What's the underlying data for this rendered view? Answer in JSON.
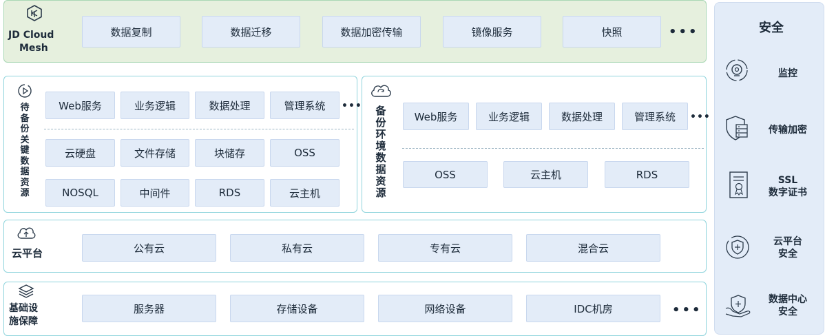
{
  "mesh": {
    "title_line1": "JD Cloud",
    "title_line2": "Mesh",
    "items": [
      "数据复制",
      "数据迁移",
      "数据加密传输",
      "镜像服务",
      "快照"
    ],
    "more": "•••"
  },
  "backup_source": {
    "title_chars": [
      "待",
      "备",
      "份",
      "关",
      "键",
      "数",
      "据",
      "资",
      "源"
    ],
    "apps": [
      "Web服务",
      "业务逻辑",
      "数据处理",
      "管理系统"
    ],
    "more": "•••",
    "storage_row1": [
      "云硬盘",
      "文件存储",
      "块储存",
      "OSS"
    ],
    "storage_row2": [
      "NOSQL",
      "中间件",
      "RDS",
      "云主机"
    ]
  },
  "backup_env": {
    "title_chars": [
      "备",
      "份",
      "环",
      "境",
      "数",
      "据",
      "资",
      "源"
    ],
    "apps": [
      "Web服务",
      "业务逻辑",
      "数据处理",
      "管理系统"
    ],
    "more": "•••",
    "storage": [
      "OSS",
      "云主机",
      "RDS"
    ]
  },
  "cloud_platform": {
    "title": "云平台",
    "items": [
      "公有云",
      "私有云",
      "专有云",
      "混合云"
    ]
  },
  "infrastructure": {
    "title_line1": "基础设",
    "title_line2": "施保障",
    "items": [
      "服务器",
      "存储设备",
      "网络设备",
      "IDC机房"
    ],
    "more": "•••"
  },
  "security": {
    "title": "安全",
    "items": [
      {
        "line1": "监控",
        "line2": "",
        "icon": "monitor-icon"
      },
      {
        "line1": "传输加密",
        "line2": "",
        "icon": "shield-server-icon"
      },
      {
        "line1": "SSL",
        "line2": "数字证书",
        "icon": "certificate-icon"
      },
      {
        "line1": "云平台",
        "line2": "安全",
        "icon": "shield-circle-icon"
      },
      {
        "line1": "数据中心",
        "line2": "安全",
        "icon": "hand-shield-icon"
      }
    ]
  }
}
